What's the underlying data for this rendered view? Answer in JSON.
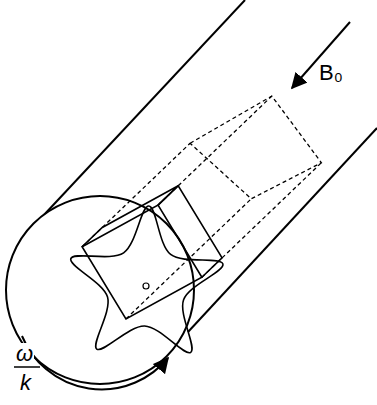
{
  "diagram": {
    "labels": [
      "B₀",
      "ω",
      "k"
    ]
  }
}
